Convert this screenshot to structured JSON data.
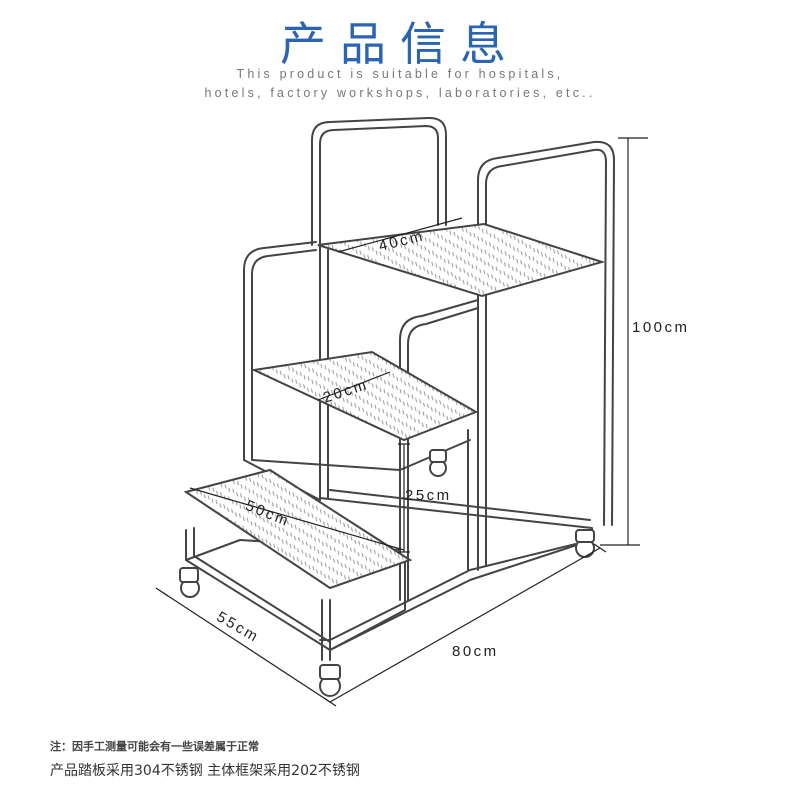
{
  "header": {
    "title": "产品信息",
    "subtitle_line1": "This product is suitable for hospitals,",
    "subtitle_line2": "hotels, factory workshops, laboratories, etc.."
  },
  "dimensions": {
    "height": "100cm",
    "top_step": "40cm",
    "middle_step": "20cm",
    "step_rise": "25cm",
    "bottom_step": "50cm",
    "depth": "55cm",
    "width": "80cm"
  },
  "footer": {
    "note": "注：因手工测量可能会有一些误差属于正常",
    "spec": "产品踏板采用304不锈钢  主体框架采用202不锈钢"
  },
  "colors": {
    "title": "#2b64b3",
    "line": "#333333"
  }
}
